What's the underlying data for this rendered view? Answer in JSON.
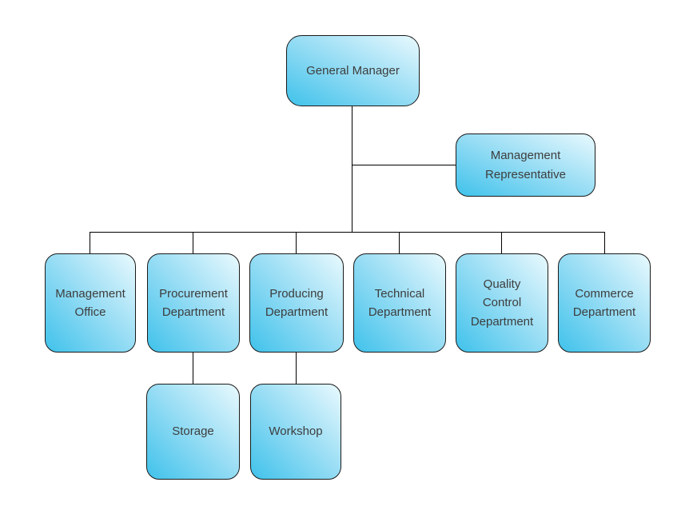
{
  "diagram": {
    "type": "org-chart",
    "colors": {
      "background": "#ffffff",
      "node_fill_dark": "#40c2eb",
      "node_fill_light": "#e9f9fe",
      "node_border": "#1a1a1a",
      "node_text": "#3d3d3d",
      "connector": "#000000"
    },
    "nodes": [
      {
        "id": "general-manager",
        "label": "General Manager",
        "parent": null
      },
      {
        "id": "management-representative",
        "label": "Management Representative",
        "parent": "general-manager"
      },
      {
        "id": "management-office",
        "label": "Management Office",
        "parent": "general-manager"
      },
      {
        "id": "procurement-department",
        "label": "Procurement Department",
        "parent": "general-manager"
      },
      {
        "id": "producing-department",
        "label": "Producing Department",
        "parent": "general-manager"
      },
      {
        "id": "technical-department",
        "label": "Technical Department",
        "parent": "general-manager"
      },
      {
        "id": "quality-control-department",
        "label": "Quality Control Department",
        "parent": "general-manager"
      },
      {
        "id": "commerce-department",
        "label": "Commerce Department",
        "parent": "general-manager"
      },
      {
        "id": "storage",
        "label": "Storage",
        "parent": "procurement-department"
      },
      {
        "id": "workshop",
        "label": "Workshop",
        "parent": "producing-department"
      }
    ]
  }
}
